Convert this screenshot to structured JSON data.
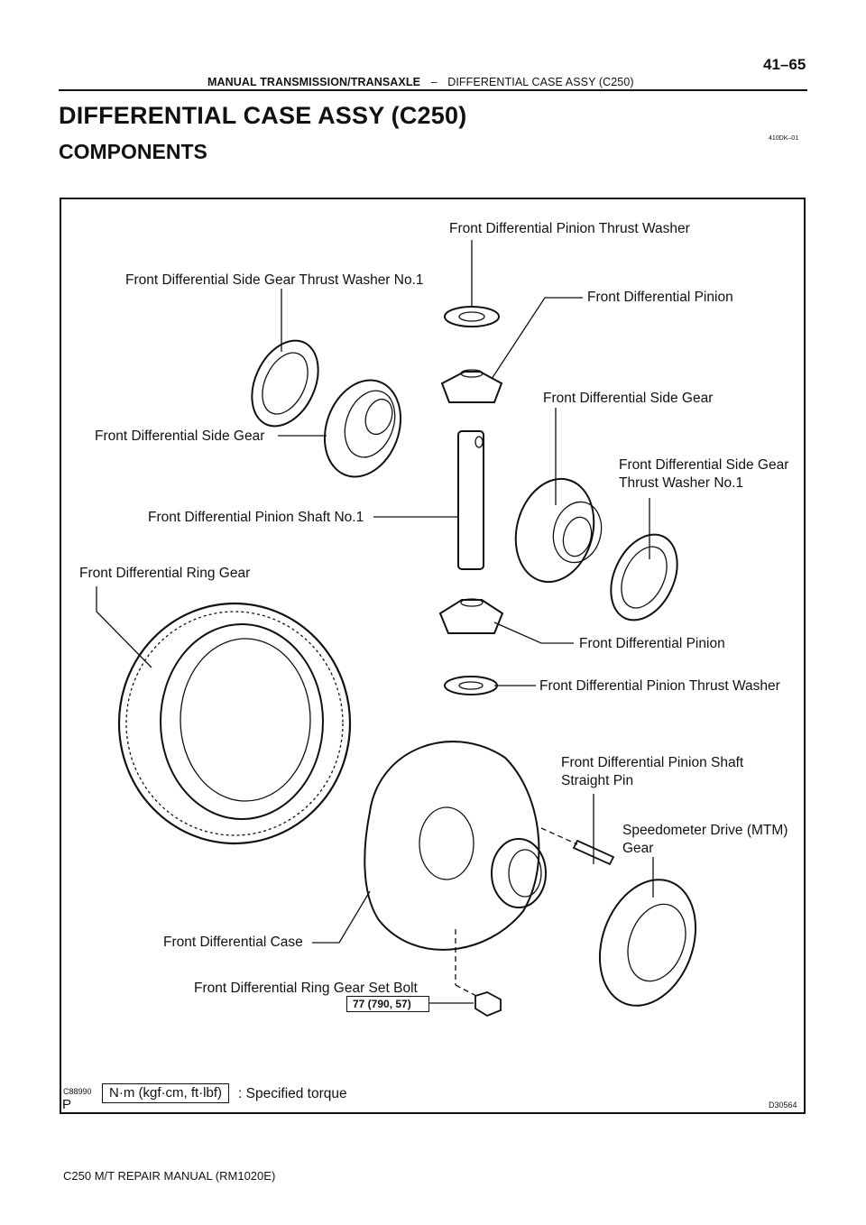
{
  "header": {
    "section": "MANUAL TRANSMISSION/TRANSAXLE",
    "separator": "–",
    "subsection": "DIFFERENTIAL CASE ASSY (C250)",
    "page_number": "41–65"
  },
  "title": "DIFFERENTIAL CASE ASSY (C250)",
  "subtitle": "COMPONENTS",
  "doc_id": "410DK–01",
  "labels": {
    "pinion_thrust_washer_top": "Front Differential Pinion Thrust Washer",
    "side_gear_thrust_washer_left": "Front Differential Side Gear Thrust Washer No.1",
    "pinion_top": "Front Differential Pinion",
    "side_gear_right": "Front Differential Side Gear",
    "side_gear_left": "Front Differential Side Gear",
    "side_gear_thrust_washer_right_line1": "Front Differential Side Gear",
    "side_gear_thrust_washer_right_line2": "Thrust Washer No.1",
    "pinion_shaft": "Front Differential Pinion Shaft No.1",
    "ring_gear": "Front Differential Ring Gear",
    "pinion_bottom": "Front Differential Pinion",
    "pinion_thrust_washer_bottom": "Front Differential Pinion Thrust Washer",
    "straight_pin_line1": "Front Differential Pinion Shaft",
    "straight_pin_line2": "Straight Pin",
    "speedo_gear_line1": "Speedometer Drive (MTM)",
    "speedo_gear_line2": "Gear",
    "diff_case": "Front Differential Case",
    "ring_gear_bolt": "Front Differential Ring Gear Set Bolt"
  },
  "torque_value": "77 (790, 57)",
  "legend": {
    "units": "N·m (kgf·cm, ft·lbf)",
    "description": ": Specified torque"
  },
  "figure_code_left": "C88990",
  "figure_mark": "P",
  "figure_code_right": "D30564",
  "footer": "C250 M/T REPAIR MANUAL   (RM1020E)"
}
